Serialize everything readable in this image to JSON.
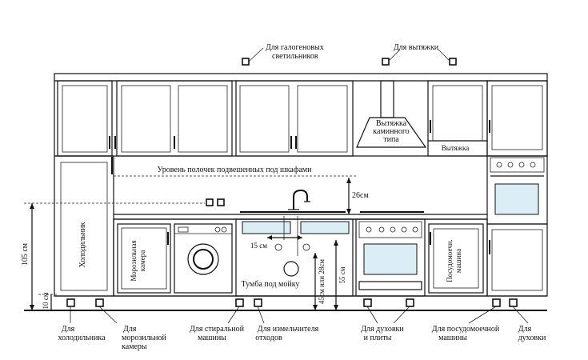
{
  "labels": {
    "halogen": [
      "Для галогеновых",
      "светильников"
    ],
    "hood_outlets": "Для вытяжки",
    "hood_fireplace": [
      "Вытяжка",
      "каминного",
      "типа"
    ],
    "hood_cabinet": "Вытяжка",
    "shelf_level": "Уровень полочек подвешенных под шкафами",
    "fridge": "Холодильник",
    "freezer": [
      "Морозильная",
      "камера"
    ],
    "sink_cabinet": "Тумба под мойку",
    "dishwasher": [
      "Посудомоечн.",
      "машина"
    ],
    "outlet_fridge": [
      "Для",
      "холодильника"
    ],
    "outlet_freezer": [
      "Для",
      "морозильной",
      "камеры"
    ],
    "outlet_washer": [
      "Для стиральной",
      "машины"
    ],
    "outlet_grinder": [
      "Для измельчителя",
      "отходов"
    ],
    "outlet_oven_hob": [
      "Для духовки",
      "и плиты"
    ],
    "outlet_dishwasher": [
      "Для посудомоечной",
      "машины"
    ],
    "outlet_oven": [
      "Для",
      "духовки"
    ]
  },
  "dimensions": {
    "d26": "26см",
    "d105": "105 см",
    "d10": "10 см",
    "d15": "15 см",
    "d45_28": "45см или 28см",
    "d55": "55 см"
  }
}
